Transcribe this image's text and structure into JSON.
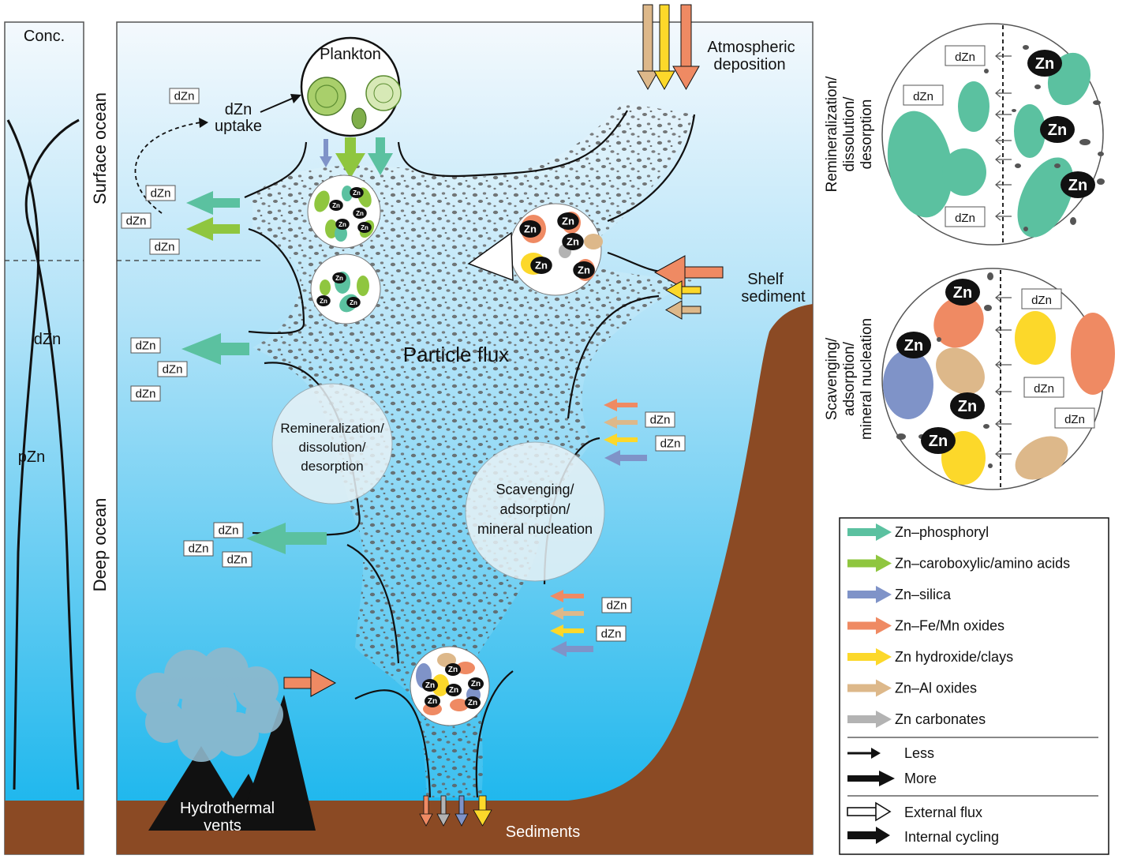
{
  "colors": {
    "phosphoryl": "#5bc1a0",
    "carboxylic": "#8fc63f",
    "silica": "#7f93c8",
    "femn": "#ef8a63",
    "hydroxide": "#fcd82a",
    "al": "#ddb88a",
    "carbonate": "#b3b3b3",
    "sediment": "#8b4a24",
    "ocean_top": "#f4f9fd",
    "ocean_bottom": "#10b3ec"
  },
  "labels": {
    "conc": "Conc.",
    "surface_ocean": "Surface ocean",
    "deep_ocean": "Deep ocean",
    "dzn_profile": "dZn",
    "pzn_profile": "pZn",
    "plankton": "Plankton",
    "uptake_line1": "dZn",
    "uptake_line2": "uptake",
    "atm_line1": "Atmospheric",
    "atm_line2": "deposition",
    "shelf_line1": "Shelf",
    "shelf_line2": "sediment",
    "particle_flux": "Particle flux",
    "remin_line1": "Remineralization/",
    "remin_line2": "dissolution/",
    "remin_line3": "desorption",
    "scav_line1": "Scavenging/",
    "scav_line2": "adsorption/",
    "scav_line3": "mineral nucleation",
    "hydro_line1": "Hydrothermal",
    "hydro_line2": "vents",
    "sediments": "Sediments",
    "dzn": "dZn",
    "zn": "Zn",
    "side_remin_line1": "Remineralization/",
    "side_remin_line2": "dissolution/",
    "side_remin_line3": "desorption",
    "side_scav_line1": "Scavenging/",
    "side_scav_line2": "adsorption/",
    "side_scav_line3": "mineral nucleation"
  },
  "legend": {
    "species": [
      {
        "label": "Zn–phosphoryl",
        "color": "#5bc1a0"
      },
      {
        "label": "Zn–caroboxylic/amino acids",
        "color": "#8fc63f"
      },
      {
        "label": "Zn–silica",
        "color": "#7f93c8"
      },
      {
        "label": "Zn–Fe/Mn oxides",
        "color": "#ef8a63"
      },
      {
        "label": "Zn hydroxide/clays",
        "color": "#fcd82a"
      },
      {
        "label": "Zn–Al oxides",
        "color": "#ddb88a"
      },
      {
        "label": "Zn carbonates",
        "color": "#b3b3b3"
      }
    ],
    "less": "Less",
    "more": "More",
    "external": "External flux",
    "internal": "Internal cycling"
  }
}
